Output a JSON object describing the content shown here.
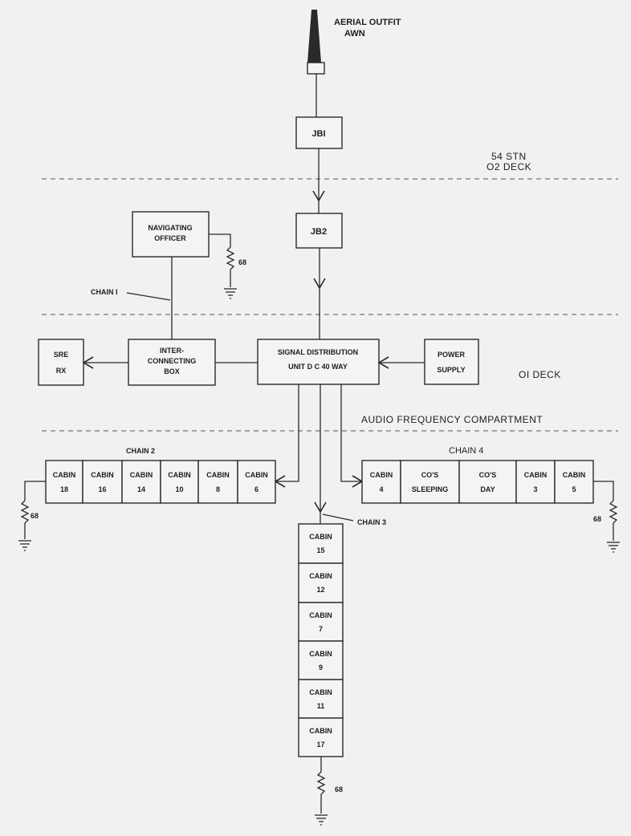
{
  "aerial": {
    "line1": "AERIAL  OUTFIT",
    "line2": "AWN"
  },
  "jb1": "JBI",
  "jb2": "JB2",
  "deck_02": {
    "line1": "54  STN",
    "line2": "O2  DECK"
  },
  "deck_01": "OI  DECK",
  "audio_compartment": "AUDIO  FREQUENCY  COMPARTMENT",
  "navigating_officer": {
    "line1": "NAVIGATING",
    "line2": "OFFICER"
  },
  "chain1": "CHAIN  I",
  "resistor_value": "68",
  "sre_rx": {
    "line1": "SRE",
    "line2": "RX"
  },
  "interconnecting_box": {
    "line1": "INTER-",
    "line2": "CONNECTING",
    "line3": "BOX"
  },
  "signal_distribution": {
    "line1": "SIGNAL  DISTRIBUTION",
    "line2": "UNIT  D C  40  WAY"
  },
  "power_supply": {
    "line1": "POWER",
    "line2": "SUPPLY"
  },
  "chain2": {
    "label": "CHAIN  2",
    "cabins": [
      {
        "line1": "CABIN",
        "line2": "18"
      },
      {
        "line1": "CABIN",
        "line2": "16"
      },
      {
        "line1": "CABIN",
        "line2": "14"
      },
      {
        "line1": "CABIN",
        "line2": "10"
      },
      {
        "line1": "CABIN",
        "line2": "8"
      },
      {
        "line1": "CABIN",
        "line2": "6"
      }
    ]
  },
  "chain4": {
    "label": "CHAIN  4",
    "cabins": [
      {
        "line1": "CABIN",
        "line2": "4"
      },
      {
        "line1": "CO'S",
        "line2": "SLEEPING"
      },
      {
        "line1": "CO'S",
        "line2": "DAY"
      },
      {
        "line1": "CABIN",
        "line2": "3"
      },
      {
        "line1": "CABIN",
        "line2": "5"
      }
    ]
  },
  "chain3": {
    "label": "CHAIN  3",
    "cabins": [
      {
        "line1": "CABIN",
        "line2": "15"
      },
      {
        "line1": "CABIN",
        "line2": "12"
      },
      {
        "line1": "CABIN",
        "line2": "7"
      },
      {
        "line1": "CABIN",
        "line2": "9"
      },
      {
        "line1": "CABIN",
        "line2": "11"
      },
      {
        "line1": "CABIN",
        "line2": "17"
      }
    ]
  }
}
